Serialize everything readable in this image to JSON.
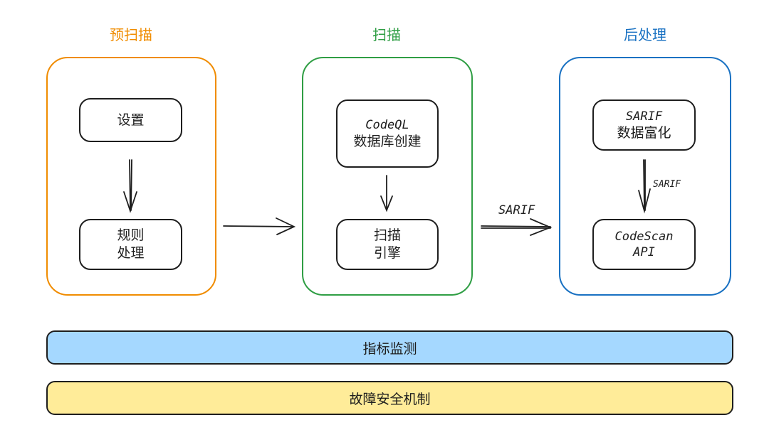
{
  "colors": {
    "pre_scan": "#f08c00",
    "scan": "#2f9e44",
    "post_process": "#1971c2",
    "metrics_bar": "#a5d8ff",
    "failsafe_bar": "#ffec99",
    "stroke": "#1e1e1e"
  },
  "stages": [
    {
      "title": "预扫描",
      "nodes": [
        {
          "lines": [
            "设置"
          ]
        },
        {
          "lines": [
            "规则",
            "处理"
          ]
        }
      ]
    },
    {
      "title": "扫描",
      "nodes": [
        {
          "latin": "CodeQL",
          "lines": [
            "数据库创建"
          ]
        },
        {
          "lines": [
            "扫描",
            "引擎"
          ]
        }
      ]
    },
    {
      "title": "后处理",
      "nodes": [
        {
          "latin": "SARIF",
          "lines": [
            "数据富化"
          ]
        },
        {
          "latin": "CodeScan",
          "lines": [
            "API"
          ]
        }
      ]
    }
  ],
  "edges": {
    "scan_to_post_label": "SARIF",
    "enrich_to_api_label": "SARIF"
  },
  "bars": {
    "metrics": "指标监测",
    "failsafe": "故障安全机制"
  }
}
